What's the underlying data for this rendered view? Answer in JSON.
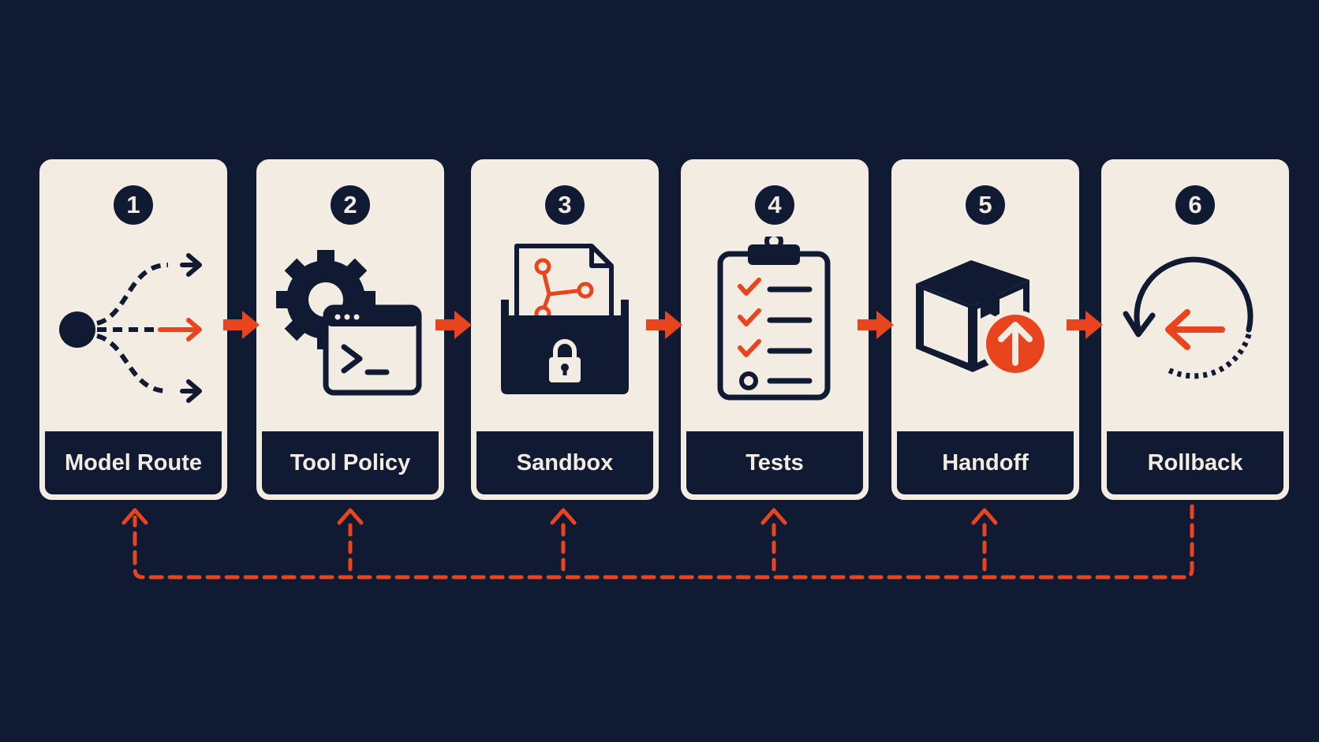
{
  "colors": {
    "background": "#111a33",
    "card": "#f3ece2",
    "accent": "#e8451f"
  },
  "steps": [
    {
      "number": "1",
      "label": "Model Route",
      "icon": "branching-route-icon"
    },
    {
      "number": "2",
      "label": "Tool Policy",
      "icon": "gear-terminal-icon"
    },
    {
      "number": "3",
      "label": "Sandbox",
      "icon": "locked-box-document-icon"
    },
    {
      "number": "4",
      "label": "Tests",
      "icon": "checklist-clipboard-icon"
    },
    {
      "number": "5",
      "label": "Handoff",
      "icon": "package-upload-icon"
    },
    {
      "number": "6",
      "label": "Rollback",
      "icon": "rollback-arrow-icon"
    }
  ]
}
